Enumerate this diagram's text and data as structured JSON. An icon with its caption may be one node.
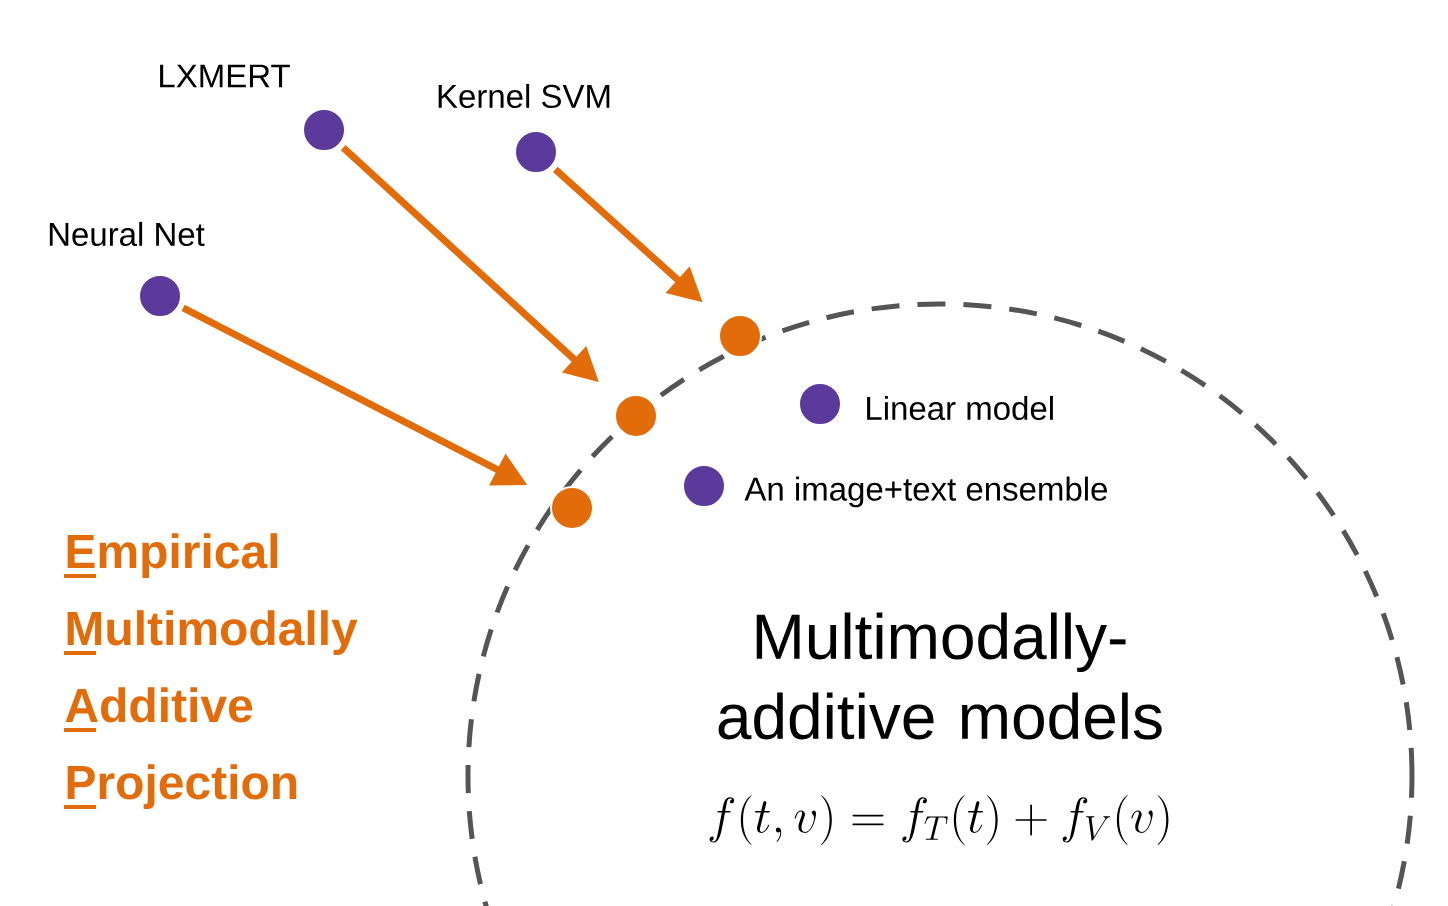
{
  "diagram": {
    "nodes": [
      {
        "text": [
          "Multimodally-additive models",
          "f(t, v) = f_T(t) + f_V(v)"
        ]
      },
      {
        "text": [],
        "shape": "circle",
        "beside": [
          "LXMERT"
        ]
      },
      {
        "text": [],
        "shape": "circle",
        "beside": [
          "Kernel SVM"
        ]
      },
      {
        "text": [],
        "shape": "circle",
        "beside": [
          "Neural Net"
        ]
      },
      {
        "text": [],
        "shape": "circle",
        "in": 0
      },
      {
        "text": [],
        "shape": "circle",
        "in": 0
      },
      {
        "text": [],
        "shape": "circle",
        "in": 0
      },
      {
        "text": [],
        "shape": "circle",
        "in": 0,
        "beside": [
          "Linear model"
        ]
      },
      {
        "text": [],
        "shape": "circle",
        "in": 0,
        "beside": [
          "An image+text ensemble"
        ]
      }
    ],
    "edges": [
      {
        "from": 1,
        "to": 5,
        "arrow": "to"
      },
      {
        "from": 2,
        "to": 4,
        "arrow": "to"
      },
      {
        "from": 3,
        "to": 6,
        "arrow": "to"
      }
    ],
    "labels": [
      "Empirical",
      "Multimodally",
      "Additive",
      "Projection"
    ]
  }
}
